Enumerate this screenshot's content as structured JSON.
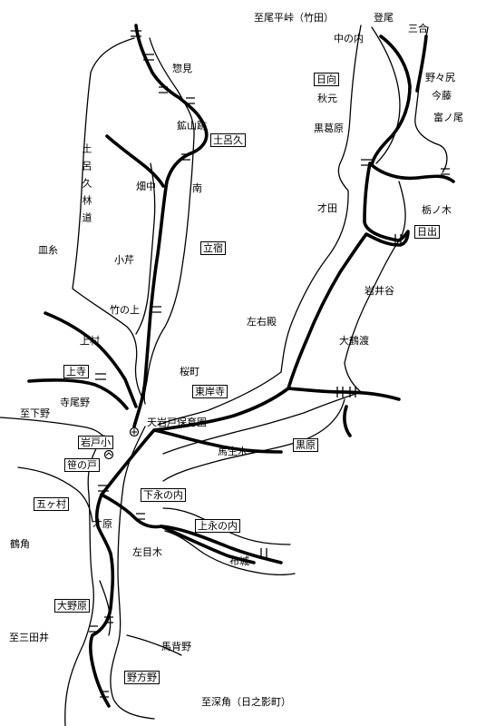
{
  "labels": {
    "to_oohirao": "至尾平峠（竹田）",
    "noboo": "登尾",
    "nakanouchi": "中の内",
    "sango": "三合",
    "souken": "惣見",
    "hyuga": "日向",
    "nonojiri": "野々尻",
    "akimoto": "秋元",
    "imafuji": "今藤",
    "tomio": "富ノ尾",
    "kurokuzubaru": "黒葛原",
    "koseki": "鉱山跡",
    "tsuchirokyu": "土呂久",
    "hatanaka": "畑中",
    "minami": "南",
    "saita": "才田",
    "tochinoki": "栃ノ木",
    "hide": "日出",
    "sarai": "皿糸",
    "tsuchirokyu_road": "土呂久林道",
    "tachiyado": "立宿",
    "koseri": "小芹",
    "iwaidani": "岩井谷",
    "takenoue": "竹の上",
    "sayuden": "左右殿",
    "kamimura": "上村",
    "ootsuruwatari": "大鶴渡",
    "kamidera": "上寺",
    "sakuramachi": "桜町",
    "teraoyano": "寺尾野",
    "higashikishiji": "東岸寺",
    "to_shimono": "至下野",
    "nursery": "天岩戸保育園",
    "iwatosho": "岩戸小",
    "sasanobaru": "笹の戸",
    "mauki": "馬生木",
    "kurobaru": "黒原",
    "gokamura": "五ヶ村",
    "shimonaganouchi": "下永の内",
    "saibara": "才原",
    "kaminaganouchi": "上永の内",
    "tsurugado": "鶴角",
    "samegi": "左目木",
    "nunoshiro": "布城",
    "oonobaru": "大野原",
    "to_mitai": "至三田井",
    "mashino": "馬背野",
    "nogatano": "野方野",
    "to_fukazumi": "至深角（日之影町）"
  }
}
